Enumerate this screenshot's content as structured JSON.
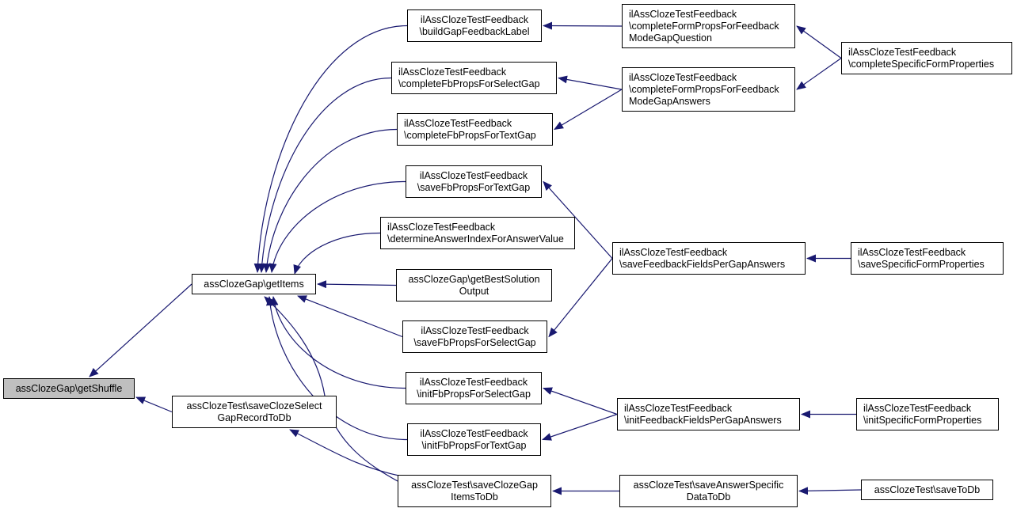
{
  "graph": {
    "type": "doxygen-caller-graph",
    "edge_color": "#191970",
    "focus_fill": "#bfbfbf",
    "nodes": [
      {
        "id": "getShuffle",
        "lines": [
          "assClozeGap\\getShuffle"
        ],
        "focus": true
      },
      {
        "id": "getItems",
        "lines": [
          "assClozeGap\\getItems"
        ]
      },
      {
        "id": "saveClozeSelectGapRecordToDb",
        "lines": [
          "assClozeTest\\saveClozeSelect",
          "GapRecordToDb"
        ]
      },
      {
        "id": "buildGapFeedbackLabel",
        "lines": [
          "ilAssClozeTestFeedback",
          "\\buildGapFeedbackLabel"
        ]
      },
      {
        "id": "completeFbPropsForSelectGap",
        "lines": [
          "ilAssClozeTestFeedback",
          "\\completeFbPropsForSelectGap"
        ]
      },
      {
        "id": "completeFbPropsForTextGap",
        "lines": [
          "ilAssClozeTestFeedback",
          "\\completeFbPropsForTextGap"
        ]
      },
      {
        "id": "saveFbPropsForTextGap",
        "lines": [
          "ilAssClozeTestFeedback",
          "\\saveFbPropsForTextGap"
        ]
      },
      {
        "id": "determineAnswerIndexForAnswerValue",
        "lines": [
          "ilAssClozeTestFeedback",
          "\\determineAnswerIndexForAnswerValue"
        ]
      },
      {
        "id": "getBestSolutionOutput",
        "lines": [
          "assClozeGap\\getBestSolution",
          "Output"
        ]
      },
      {
        "id": "saveFbPropsForSelectGap",
        "lines": [
          "ilAssClozeTestFeedback",
          "\\saveFbPropsForSelectGap"
        ]
      },
      {
        "id": "initFbPropsForSelectGap",
        "lines": [
          "ilAssClozeTestFeedback",
          "\\initFbPropsForSelectGap"
        ]
      },
      {
        "id": "initFbPropsForTextGap",
        "lines": [
          "ilAssClozeTestFeedback",
          "\\initFbPropsForTextGap"
        ]
      },
      {
        "id": "saveClozeGapItemsToDb",
        "lines": [
          "assClozeTest\\saveClozeGap",
          "ItemsToDb"
        ]
      },
      {
        "id": "completeFormPropsForFeedbackModeGapQuestion",
        "lines": [
          "ilAssClozeTestFeedback",
          "\\completeFormPropsForFeedback",
          "ModeGapQuestion"
        ]
      },
      {
        "id": "completeFormPropsForFeedbackModeGapAnswers",
        "lines": [
          "ilAssClozeTestFeedback",
          "\\completeFormPropsForFeedback",
          "ModeGapAnswers"
        ]
      },
      {
        "id": "saveFeedbackFieldsPerGapAnswers",
        "lines": [
          "ilAssClozeTestFeedback",
          "\\saveFeedbackFieldsPerGapAnswers"
        ]
      },
      {
        "id": "initFeedbackFieldsPerGapAnswers",
        "lines": [
          "ilAssClozeTestFeedback",
          "\\initFeedbackFieldsPerGapAnswers"
        ]
      },
      {
        "id": "saveAnswerSpecificDataToDb",
        "lines": [
          "assClozeTest\\saveAnswerSpecific",
          "DataToDb"
        ]
      },
      {
        "id": "completeSpecificFormProperties",
        "lines": [
          "ilAssClozeTestFeedback",
          "\\completeSpecificFormProperties"
        ]
      },
      {
        "id": "saveSpecificFormProperties",
        "lines": [
          "ilAssClozeTestFeedback",
          "\\saveSpecificFormProperties"
        ]
      },
      {
        "id": "initSpecificFormProperties",
        "lines": [
          "ilAssClozeTestFeedback",
          "\\initSpecificFormProperties"
        ]
      },
      {
        "id": "saveToDb",
        "lines": [
          "assClozeTest\\saveToDb"
        ]
      }
    ],
    "edges": [
      {
        "from": "getItems",
        "to": "getShuffle"
      },
      {
        "from": "saveClozeSelectGapRecordToDb",
        "to": "getShuffle"
      },
      {
        "from": "buildGapFeedbackLabel",
        "to": "getItems"
      },
      {
        "from": "completeFbPropsForSelectGap",
        "to": "getItems"
      },
      {
        "from": "completeFbPropsForTextGap",
        "to": "getItems"
      },
      {
        "from": "saveFbPropsForTextGap",
        "to": "getItems"
      },
      {
        "from": "determineAnswerIndexForAnswerValue",
        "to": "getItems"
      },
      {
        "from": "getBestSolutionOutput",
        "to": "getItems"
      },
      {
        "from": "saveFbPropsForSelectGap",
        "to": "getItems"
      },
      {
        "from": "initFbPropsForSelectGap",
        "to": "getItems"
      },
      {
        "from": "initFbPropsForTextGap",
        "to": "getItems"
      },
      {
        "from": "saveClozeGapItemsToDb",
        "to": "getItems"
      },
      {
        "from": "saveClozeGapItemsToDb",
        "to": "saveClozeSelectGapRecordToDb"
      },
      {
        "from": "completeFormPropsForFeedbackModeGapQuestion",
        "to": "buildGapFeedbackLabel"
      },
      {
        "from": "completeFormPropsForFeedbackModeGapAnswers",
        "to": "completeFbPropsForSelectGap"
      },
      {
        "from": "completeFormPropsForFeedbackModeGapAnswers",
        "to": "completeFbPropsForTextGap"
      },
      {
        "from": "completeSpecificFormProperties",
        "to": "completeFormPropsForFeedbackModeGapQuestion"
      },
      {
        "from": "completeSpecificFormProperties",
        "to": "completeFormPropsForFeedbackModeGapAnswers"
      },
      {
        "from": "saveFeedbackFieldsPerGapAnswers",
        "to": "saveFbPropsForTextGap"
      },
      {
        "from": "saveFeedbackFieldsPerGapAnswers",
        "to": "saveFbPropsForSelectGap"
      },
      {
        "from": "saveSpecificFormProperties",
        "to": "saveFeedbackFieldsPerGapAnswers"
      },
      {
        "from": "initFeedbackFieldsPerGapAnswers",
        "to": "initFbPropsForSelectGap"
      },
      {
        "from": "initFeedbackFieldsPerGapAnswers",
        "to": "initFbPropsForTextGap"
      },
      {
        "from": "initSpecificFormProperties",
        "to": "initFeedbackFieldsPerGapAnswers"
      },
      {
        "from": "saveAnswerSpecificDataToDb",
        "to": "saveClozeGapItemsToDb"
      },
      {
        "from": "saveToDb",
        "to": "saveAnswerSpecificDataToDb"
      }
    ]
  }
}
